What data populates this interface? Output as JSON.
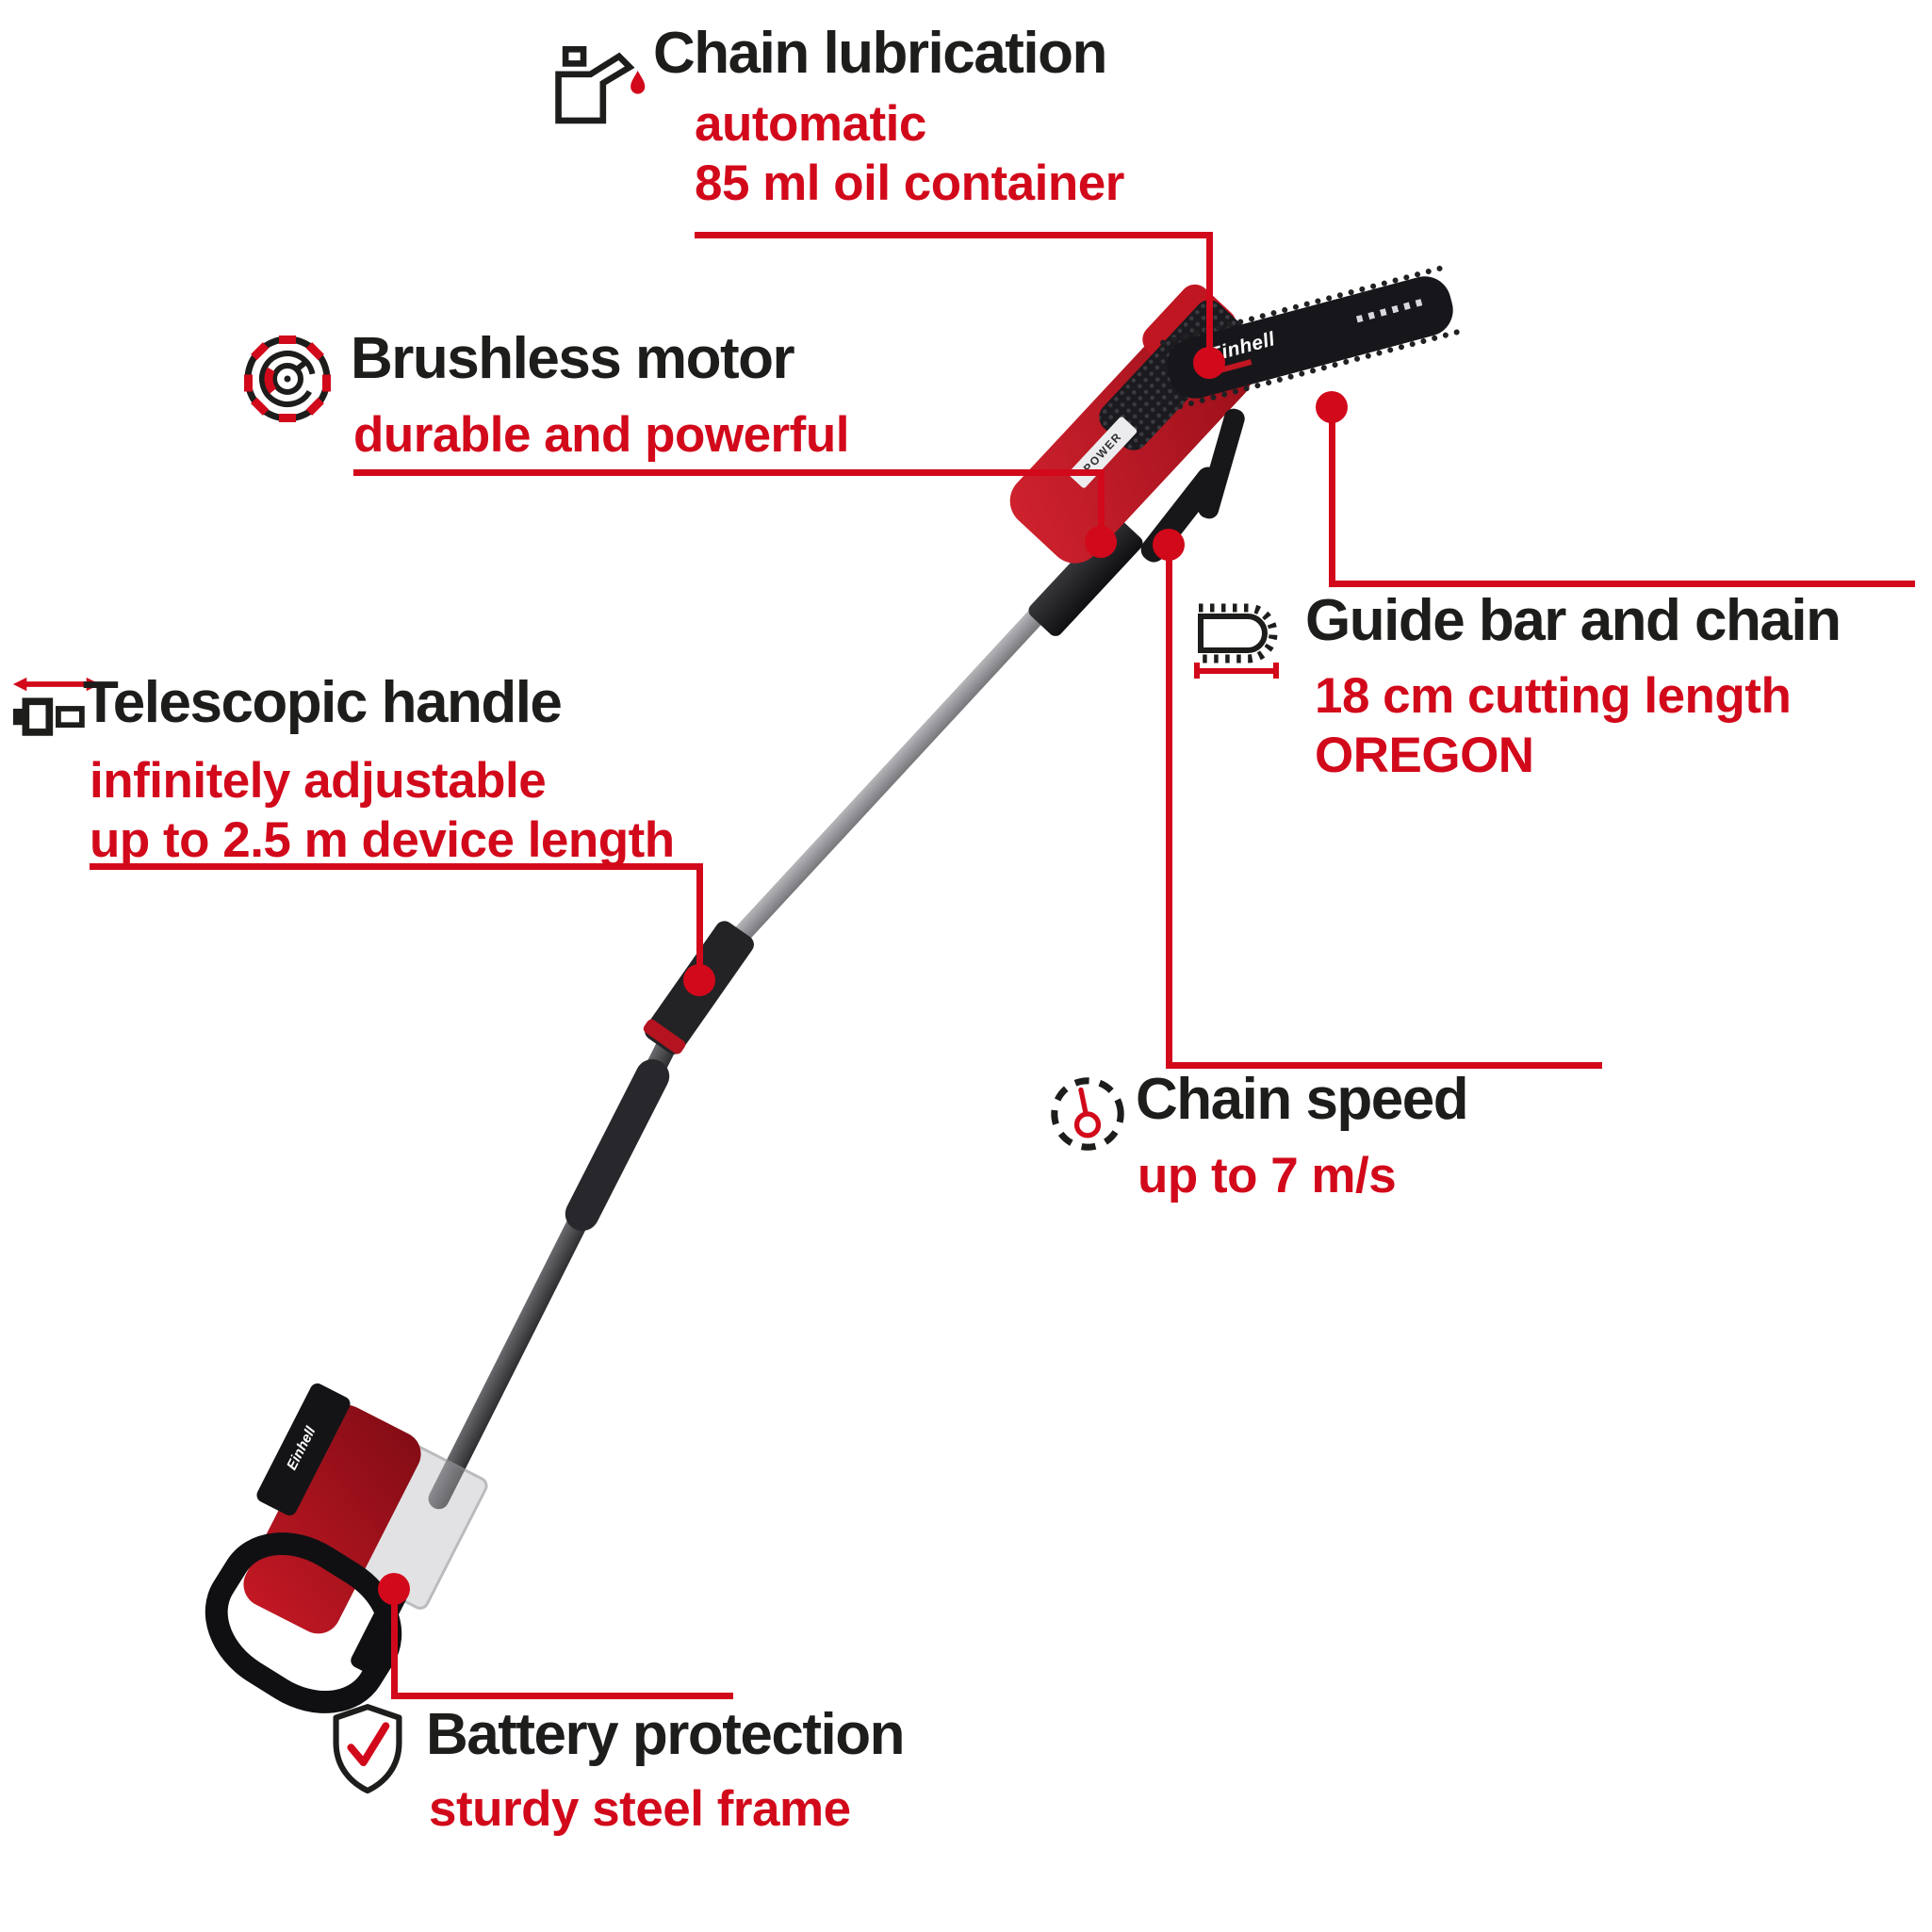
{
  "colors": {
    "accent_red": "#d2091b",
    "title_black": "#1d1d1b",
    "product_red": "#c41824"
  },
  "features": [
    {
      "id": "chain-lubrication",
      "icon": "oil-can-icon",
      "title": "Chain lubrication",
      "desc_lines": [
        "automatic",
        "85 ml oil container"
      ]
    },
    {
      "id": "brushless-motor",
      "icon": "motor-icon",
      "title": "Brushless motor",
      "desc_lines": [
        "durable and powerful"
      ]
    },
    {
      "id": "telescopic-handle",
      "icon": "telescopic-icon",
      "title": "Telescopic handle",
      "desc_lines": [
        "infinitely adjustable",
        "up to 2.5 m device length"
      ]
    },
    {
      "id": "guide-bar-and-chain",
      "icon": "guide-bar-icon",
      "title": "Guide bar and chain",
      "desc_lines": [
        "18 cm cutting length",
        "OREGON"
      ]
    },
    {
      "id": "chain-speed",
      "icon": "speedometer-icon",
      "title": "Chain speed",
      "desc_lines": [
        "up to 7 m/s"
      ]
    },
    {
      "id": "battery-protection",
      "icon": "shield-check-icon",
      "title": "Battery protection",
      "desc_lines": [
        "sturdy steel frame"
      ]
    }
  ],
  "product": {
    "brand": "Einhell",
    "head_label": "POWER"
  }
}
